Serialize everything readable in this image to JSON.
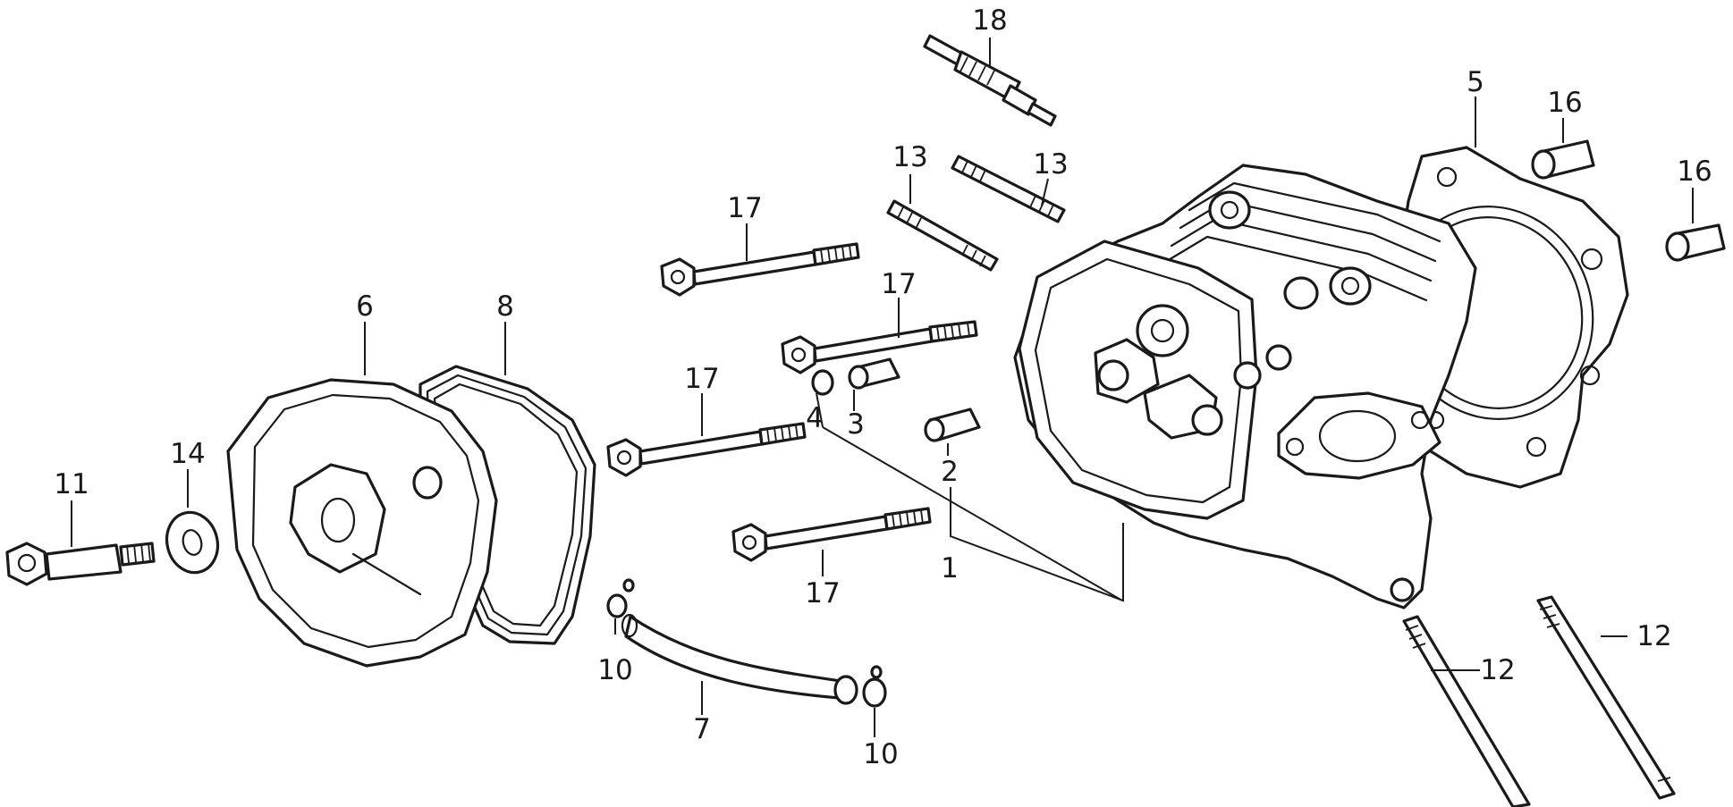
{
  "diagram": {
    "callouts": {
      "c1": "1",
      "c2": "2",
      "c3": "3",
      "c4": "4",
      "c5": "5",
      "c6": "6",
      "c7": "7",
      "c8": "8",
      "c10a": "10",
      "c10b": "10",
      "c11": "11",
      "c12a": "12",
      "c12b": "12",
      "c13a": "13",
      "c13b": "13",
      "c14": "14",
      "c16a": "16",
      "c16b": "16",
      "c17a": "17",
      "c17b": "17",
      "c17c": "17",
      "c17d": "17",
      "c18": "18"
    }
  }
}
